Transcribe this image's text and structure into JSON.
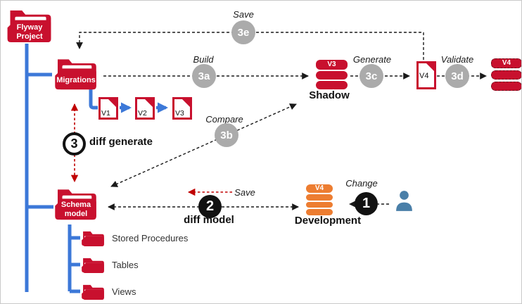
{
  "diagram": {
    "palette": {
      "red": "#C8102E",
      "red_arrow": "#C00000",
      "blue": "#3C78D8",
      "person_blue": "#4A7FA8",
      "orange": "#ED7D31",
      "badge_gray": "#ABABAB",
      "badge_black": "#121212"
    },
    "folders": {
      "flyway": {
        "label": "Flyway Project"
      },
      "migrations": {
        "label": "Migrations"
      },
      "schema_model": {
        "label": "Schema model"
      }
    },
    "schema_tree": [
      {
        "label": "Stored Procedures"
      },
      {
        "label": "Tables"
      },
      {
        "label": "Views"
      }
    ],
    "migration_files": [
      {
        "label": "V1"
      },
      {
        "label": "V2"
      },
      {
        "label": "V3"
      }
    ],
    "generated_script": {
      "label": "V4"
    },
    "databases": {
      "shadow": {
        "version": "V3",
        "label": "Shadow"
      },
      "development": {
        "version": "V4",
        "label": "Development"
      },
      "deploy_target": {
        "version": "V4"
      }
    },
    "steps": {
      "change": {
        "badge": "1",
        "label": "Change"
      },
      "diff_model": {
        "badge": "2",
        "label": "diff model",
        "save_label": "Save"
      },
      "diff_generate": {
        "badge": "3",
        "label": "diff generate"
      },
      "build": {
        "badge": "3a",
        "label": "Build"
      },
      "compare": {
        "badge": "3b",
        "label": "Compare"
      },
      "generate": {
        "badge": "3c",
        "label": "Generate"
      },
      "validate": {
        "badge": "3d",
        "label": "Validate"
      },
      "save": {
        "badge": "3e",
        "label": "Save"
      }
    }
  }
}
